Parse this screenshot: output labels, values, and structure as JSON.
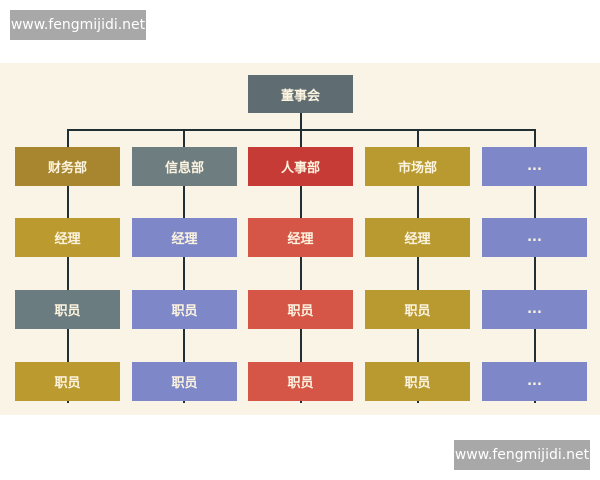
{
  "watermarks": {
    "top": "www.fengmijidi.net",
    "bottom": "www.fengmijidi.net"
  },
  "root": {
    "label": "董事会",
    "color": "#5f6d73"
  },
  "columns": [
    {
      "name": "finance",
      "boxes": [
        {
          "label": "财务部",
          "color": "#a8862f"
        },
        {
          "label": "经理",
          "color": "#bb9a30"
        },
        {
          "label": "职员",
          "color": "#6b7c80"
        },
        {
          "label": "职员",
          "color": "#bb9a30"
        }
      ]
    },
    {
      "name": "info",
      "boxes": [
        {
          "label": "信息部",
          "color": "#6e7d80"
        },
        {
          "label": "经理",
          "color": "#7e88c8"
        },
        {
          "label": "职员",
          "color": "#7e88c8"
        },
        {
          "label": "职员",
          "color": "#7e88c8"
        }
      ]
    },
    {
      "name": "hr",
      "boxes": [
        {
          "label": "人事部",
          "color": "#c73b36"
        },
        {
          "label": "经理",
          "color": "#d55546"
        },
        {
          "label": "职员",
          "color": "#d55546"
        },
        {
          "label": "职员",
          "color": "#d55546"
        }
      ]
    },
    {
      "name": "marketing",
      "boxes": [
        {
          "label": "市场部",
          "color": "#b89a30"
        },
        {
          "label": "经理",
          "color": "#b89a30"
        },
        {
          "label": "职员",
          "color": "#b89a30"
        },
        {
          "label": "职员",
          "color": "#b89a30"
        }
      ]
    },
    {
      "name": "more",
      "boxes": [
        {
          "label": "...",
          "color": "#7e88c8"
        },
        {
          "label": "...",
          "color": "#7e88c8"
        },
        {
          "label": "...",
          "color": "#7e88c8"
        },
        {
          "label": "...",
          "color": "#7e88c8"
        }
      ]
    }
  ]
}
